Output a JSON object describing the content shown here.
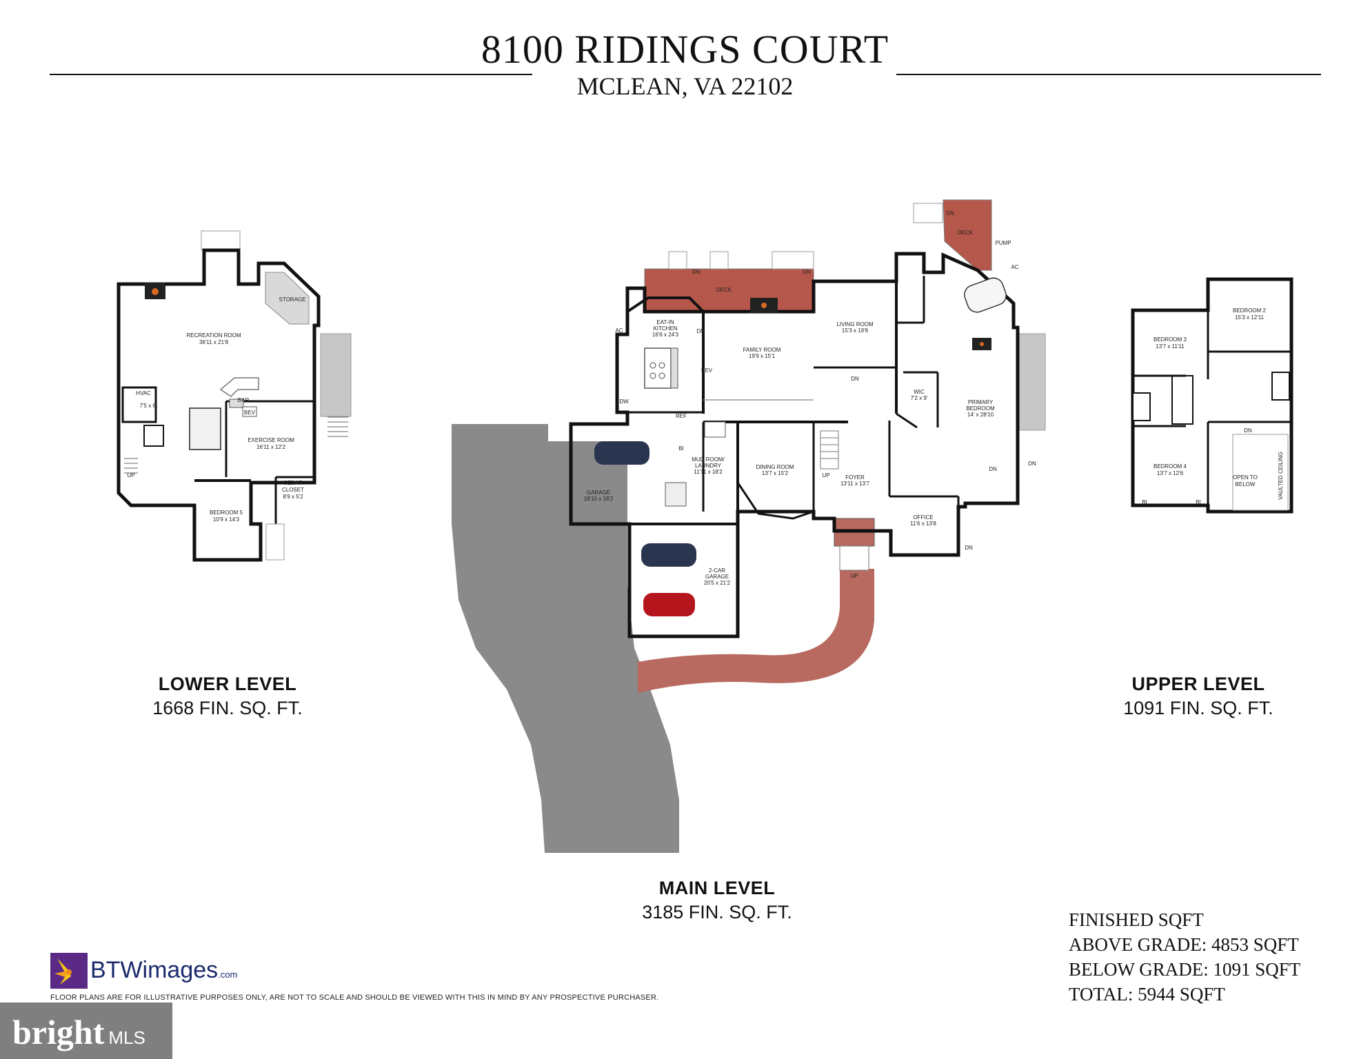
{
  "header": {
    "address": "8100 RIDINGS COURT",
    "city": "MCLEAN, VA 22102"
  },
  "levels": {
    "lower": {
      "name": "LOWER LEVEL",
      "sqft": "1668 FIN. SQ. FT."
    },
    "main": {
      "name": "MAIN LEVEL",
      "sqft": "3185 FIN. SQ. FT."
    },
    "upper": {
      "name": "UPPER LEVEL",
      "sqft": "1091 FIN. SQ. FT."
    }
  },
  "totals": {
    "heading": "FINISHED SQFT",
    "above": "ABOVE GRADE: 4853 SQFT",
    "below": "BELOW GRADE: 1091 SQFT",
    "total": "TOTAL: 5944 SQFT"
  },
  "branding": {
    "btw": "BTWimages",
    "btw_suffix": ".com",
    "mls": "bright",
    "mls_suffix": "MLS",
    "disclaimer": "FLOOR PLANS ARE FOR ILLUSTRATIVE PURPOSES ONLY, ARE NOT TO SCALE AND SHOULD BE VIEWED WITH THIS IN MIND BY ANY PROSPECTIVE PURCHASER."
  },
  "colors": {
    "deck": "#b5574a",
    "driveway": "#8a8a8a",
    "walkway": "#b86a60",
    "wall": "#111111"
  },
  "rooms": {
    "lower": {
      "recreation": "RECREATION ROOM",
      "recreation_dim": "36'11 x 21'8",
      "storage": "STORAGE",
      "hvac": "HVAC",
      "hvac_dim": "7'5 x 6'",
      "bar": "BAR",
      "bev": "BEV",
      "exercise": "EXERCISE ROOM",
      "exercise_dim": "16'11 x 12'2",
      "cedar": "CEDAR",
      "closet": "CLOSET",
      "cedar_dim": "8'9 x 5'2",
      "bedroom5": "BEDROOM 5",
      "bedroom5_dim": "10'9 x 14'3",
      "up": "UP"
    },
    "main": {
      "deck": "DECK",
      "deck2": "DECK",
      "dn": "DN",
      "kitchen1": "EAT-IN",
      "kitchen2": "KITCHEN",
      "kitchen_dim": "16'6 x 24'3",
      "family": "FAMILY ROOM",
      "family_dim": "19'9 x 15'1",
      "living": "LIVING ROOM",
      "living_dim": "15'3 x 19'8",
      "primary1": "PRIMARY",
      "primary2": "BEDROOM",
      "primary_dim": "14' x 28'10",
      "wic": "WIC",
      "wic_dim": "7'2 x 9'",
      "garage": "GARAGE",
      "garage_dim": "18'10 x 18'2",
      "mud1": "MUD ROOM/",
      "mud2": "LAUNDRY",
      "mud_dim": "11'11 x 18'2",
      "dining": "DINING ROOM",
      "dining_dim": "13'7 x 15'2",
      "foyer": "FOYER",
      "foyer_dim": "13'11 x 13'7",
      "office": "OFFICE",
      "office_dim": "11'6 x 13'8",
      "garage2a": "2-CAR",
      "garage2b": "GARAGE",
      "garage2_dim": "20'5 x 21'2",
      "pump": "PUMP",
      "ac": "AC",
      "bev": "BEV",
      "dw": "DW",
      "ref": "REF",
      "bi": "BI",
      "up": "UP"
    },
    "upper": {
      "bedroom2": "BEDROOM 2",
      "bedroom2_dim": "15'3 x 12'11",
      "bedroom3": "BEDROOM 3",
      "bedroom3_dim": "13'7 x 11'11",
      "bedroom4": "BEDROOM 4",
      "bedroom4_dim": "13'7 x 12'6",
      "open1": "OPEN TO",
      "open2": "BELOW",
      "vaulted": "VAULTED CEILING",
      "dn": "DN",
      "bi": "BI"
    }
  }
}
